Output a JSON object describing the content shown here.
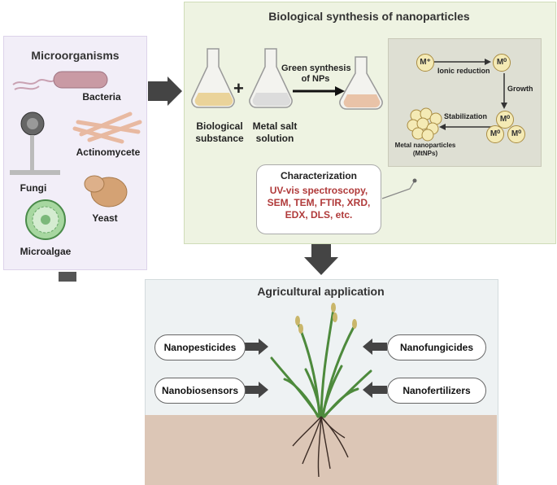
{
  "microorganisms": {
    "title": "Microorganisms",
    "items": [
      "Bacteria",
      "Actinomycete",
      "Fungi",
      "Yeast",
      "Microalgae"
    ]
  },
  "synthesis": {
    "title": "Biological synthesis of nanoparticles",
    "bio_substance": [
      "Biological",
      "substance"
    ],
    "metal_salt": [
      "Metal salt",
      "solution"
    ],
    "green_synthesis": [
      "Green synthesis",
      "of NPs"
    ],
    "plus": "+"
  },
  "mechanism": {
    "m_plus": "M⁺",
    "m_zero": "M⁰",
    "ionic_reduction": "Ionic reduction",
    "growth": "Growth",
    "stabilization": "Stabilization",
    "metal_np": [
      "Metal nanoparticles",
      "(MtNPs)"
    ]
  },
  "characterization": {
    "title": "Characterization",
    "lines": [
      "UV-vis spectroscopy,",
      "SEM, TEM, FTIR,  XRD,",
      "EDX, DLS, etc."
    ]
  },
  "agriculture": {
    "title": "Agricultural application",
    "left": [
      "Nanopesticides",
      "Nanobiosensors"
    ],
    "right": [
      "Nanofungicides",
      "Nanofertilizers"
    ]
  },
  "colors": {
    "micro_panel": "#f2eef8",
    "synth_panel": "#eef3e2",
    "agri_panel": "#eef2f3",
    "soil": "#dcc6b6",
    "characterization_text": "#b03a3a",
    "arrow": "#444444"
  }
}
